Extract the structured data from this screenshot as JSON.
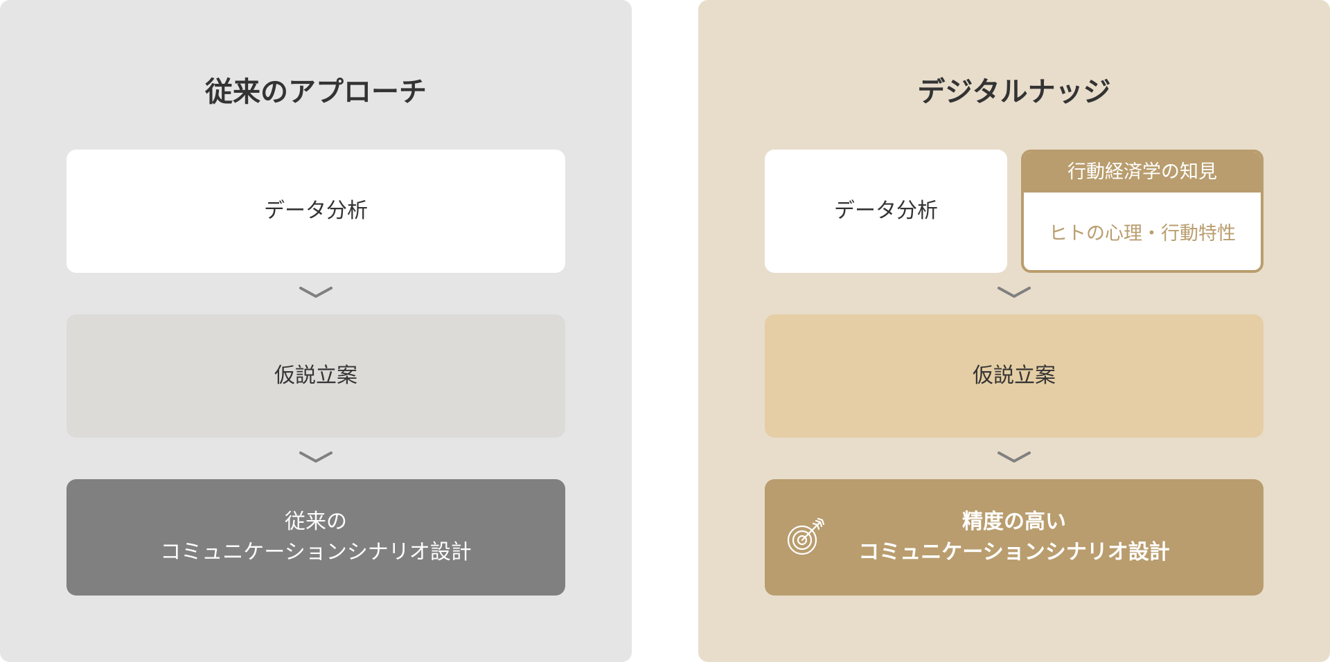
{
  "left": {
    "title": "従来のアプローチ",
    "steps": [
      {
        "label": "データ分析"
      },
      {
        "label": "仮説立案"
      },
      {
        "lines": [
          "従来の",
          "コミュニケーションシナリオ設計"
        ]
      }
    ]
  },
  "right": {
    "title": "デジタルナッジ",
    "steps": [
      {
        "label": "データ分析"
      },
      {
        "label": "仮説立案"
      },
      {
        "lines": [
          "精度の高い",
          "コミュニケーションシナリオ設計"
        ]
      }
    ],
    "insight": {
      "header": "行動経済学の知見",
      "body": "ヒトの心理・行動特性"
    },
    "final_icon": "target-arrow-icon"
  },
  "colors": {
    "left_panel": "#e5e5e5",
    "right_panel": "#e8ddcb",
    "gold": "#b99d6e",
    "beige": "#e5cea5",
    "grey_dark": "#808080",
    "grey_light": "#dcdbd8",
    "chevron": "#808080"
  }
}
